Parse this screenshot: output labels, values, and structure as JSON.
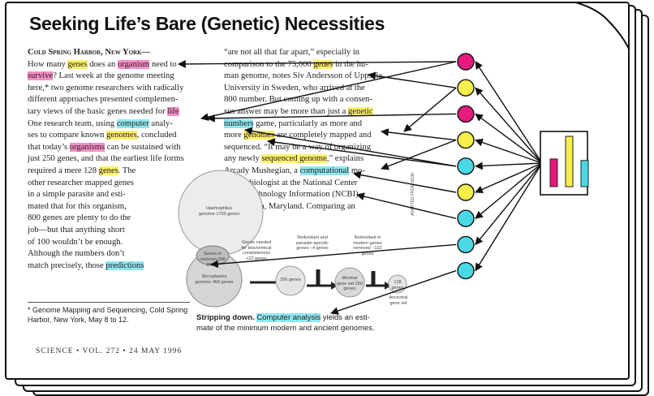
{
  "article": {
    "title": "Seeking Life’s Bare (Genetic) Necessities",
    "col1": [
      [
        {
          "t": "Cold Spring Harbor, New York—",
          "c": "dateline"
        }
      ],
      [
        {
          "t": "How many "
        },
        {
          "t": "genes",
          "h": "y"
        },
        {
          "t": " does an "
        },
        {
          "t": "organism",
          "h": "m"
        },
        {
          "t": " need to"
        }
      ],
      [
        {
          "t": "survive",
          "h": "m"
        },
        {
          "t": "? Last week at the genome meeting"
        }
      ],
      [
        {
          "t": "here,* two genome researchers with radically"
        }
      ],
      [
        {
          "t": "different approaches presented complemen-"
        }
      ],
      [
        {
          "t": "tary views of the basic genes needed for "
        },
        {
          "t": "life",
          "h": "m"
        }
      ],
      [
        {
          "t": "One research team, using "
        },
        {
          "t": "computer",
          "h": "c"
        },
        {
          "t": " analy-"
        }
      ],
      [
        {
          "t": "ses to compare known "
        },
        {
          "t": "genomes",
          "h": "y"
        },
        {
          "t": ", concluded"
        }
      ],
      [
        {
          "t": "that today’s "
        },
        {
          "t": "organisms",
          "h": "m"
        },
        {
          "t": " can be sustained with"
        }
      ],
      [
        {
          "t": "just 250 genes, and that the earliest life forms"
        }
      ],
      [
        {
          "t": "required a mere 128 "
        },
        {
          "t": "genes",
          "h": "y"
        },
        {
          "t": ". The"
        }
      ],
      [
        {
          "t": "other researcher mapped genes"
        }
      ],
      [
        {
          "t": "in a simple parasite and esti-"
        }
      ],
      [
        {
          "t": "mated that for this organism,"
        }
      ],
      [
        {
          "t": "800 genes are plenty to do the"
        }
      ],
      [
        {
          "t": "job—but that anything short"
        }
      ],
      [
        {
          "t": "of 100 wouldn’t be enough."
        }
      ],
      [
        {
          "t": "   Although the numbers don’t"
        }
      ],
      [
        {
          "t": "match precisely, those "
        },
        {
          "t": "predictions",
          "h": "c"
        }
      ]
    ],
    "col2": [
      [
        {
          "t": "“are not all that far apart,” especially in"
        }
      ],
      [
        {
          "t": "comparison to the 75,000 "
        },
        {
          "t": "genes",
          "h": "y"
        },
        {
          "t": " in the hu-"
        }
      ],
      [
        {
          "t": "man genome, notes Siv Andersson of Uppsala"
        }
      ],
      [
        {
          "t": "University in Sweden, who arrived at the"
        }
      ],
      [
        {
          "t": "800 number. But coming up with a consen-"
        }
      ],
      [
        {
          "t": "sus answer may be more than just a "
        },
        {
          "t": "genetic",
          "h": "y"
        }
      ],
      [
        {
          "t": "numbers",
          "h": "c"
        },
        {
          "t": " game, particularly as more and"
        }
      ],
      [
        {
          "t": "more "
        },
        {
          "t": "genomes",
          "h": "y"
        },
        {
          "t": " are completely mapped and"
        }
      ],
      [
        {
          "t": "sequenced. “It may be a way of organizing"
        }
      ],
      [
        {
          "t": "any newly "
        },
        {
          "t": "sequenced genome",
          "h": "y"
        },
        {
          "t": ",” explains"
        }
      ],
      [
        {
          "t": "Arcady Mushegian, a "
        },
        {
          "t": "computational",
          "h": "c"
        },
        {
          "t": " mo-"
        }
      ],
      [
        {
          "t": "lecular biologist at the National Center"
        }
      ],
      [
        {
          "t": "for Biotechnology Information (NCBI)"
        }
      ],
      [
        {
          "t": "in Bethesda, Maryland. Comparing an"
        }
      ]
    ],
    "figure": {
      "haemophilus": "Haemophilus genome 1703 genes",
      "common": "Genes in common 240 genes",
      "mycoplasma": "Mycoplasma genome 468 genes",
      "needed": "Genes needed for biochemical completeness +22 genes",
      "redundant": "Redundant and parasite-specific genes −4 genes",
      "modern": "Redundant in modern genes removed −122 genes",
      "g256": "256 genes",
      "minimal": "Minimal gene set 250 genes",
      "g128": "128 genes",
      "ancestral": "Ancestral gene set",
      "credit": "ADAPTED FROM NCBI"
    },
    "footnote": "* Genome Mapping and Sequencing, Cold Spring Harbor, New York, May 8 to 12.",
    "caption_bold": "Stripping down.",
    "caption_hl": "Computer analysis",
    "caption_rest1": " yields an esti-",
    "caption_rest2": "mate of the minimum modern and ancient genomes.",
    "footer": "SCIENCE • VOL. 272 • 24 MAY 1996"
  },
  "colors": {
    "magenta": "#e8197f",
    "yellow": "#f7ef4a",
    "cyan": "#49d8e6",
    "highlight_yellow": "#fff06a",
    "highlight_magenta": "#f68fc6",
    "highlight_cyan": "#8fe6f0"
  },
  "nodes": [
    {
      "color": "magenta"
    },
    {
      "color": "yellow"
    },
    {
      "color": "magenta"
    },
    {
      "color": "yellow"
    },
    {
      "color": "cyan"
    },
    {
      "color": "yellow"
    },
    {
      "color": "cyan"
    },
    {
      "color": "cyan"
    },
    {
      "color": "cyan"
    }
  ],
  "histogram": {
    "bars": [
      {
        "color": "magenta",
        "value": 0.55
      },
      {
        "color": "yellow",
        "value": 1.0
      },
      {
        "color": "cyan",
        "value": 0.52
      }
    ]
  }
}
